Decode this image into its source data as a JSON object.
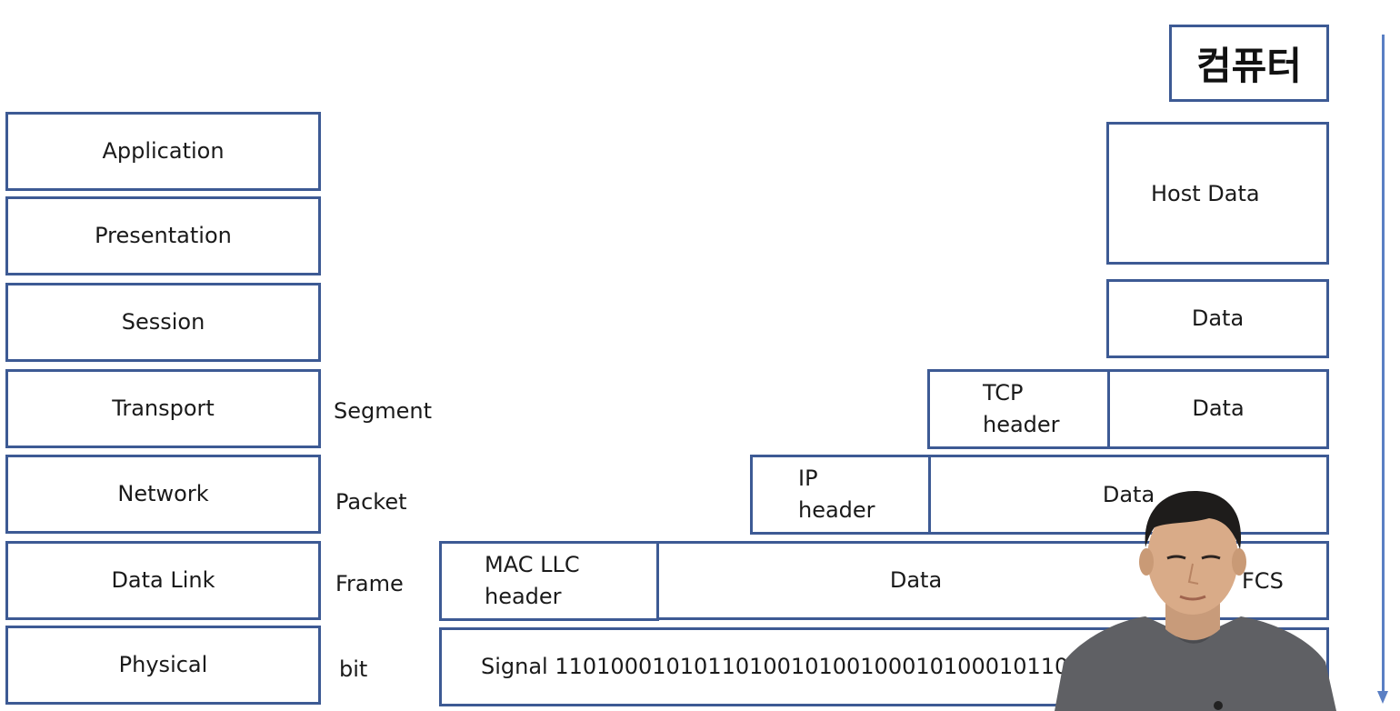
{
  "title": "컴퓨터",
  "layers": [
    {
      "name": "Application"
    },
    {
      "name": "Presentation"
    },
    {
      "name": "Session"
    },
    {
      "name": "Transport",
      "pdu": "Segment"
    },
    {
      "name": "Network",
      "pdu": "Packet"
    },
    {
      "name": "Data Link",
      "pdu": "Frame"
    },
    {
      "name": "Physical",
      "pdu": "bit"
    }
  ],
  "encapsulation": {
    "host_data": "Host Data",
    "session_data": "Data",
    "tcp_header_line1": "TCP",
    "tcp_header_line2": "header",
    "transport_data": "Data",
    "ip_header_line1": "IP",
    "ip_header_line2": "header",
    "network_data": "Data",
    "mac_header_line1": "MAC LLC",
    "mac_header_line2": "header",
    "frame_data": "Data",
    "fcs": "FCS",
    "signal": "Signal 11010001010110100101001000101000101101"
  },
  "colors": {
    "border": "#3d5a94",
    "arrow": "#5a7fc4"
  }
}
